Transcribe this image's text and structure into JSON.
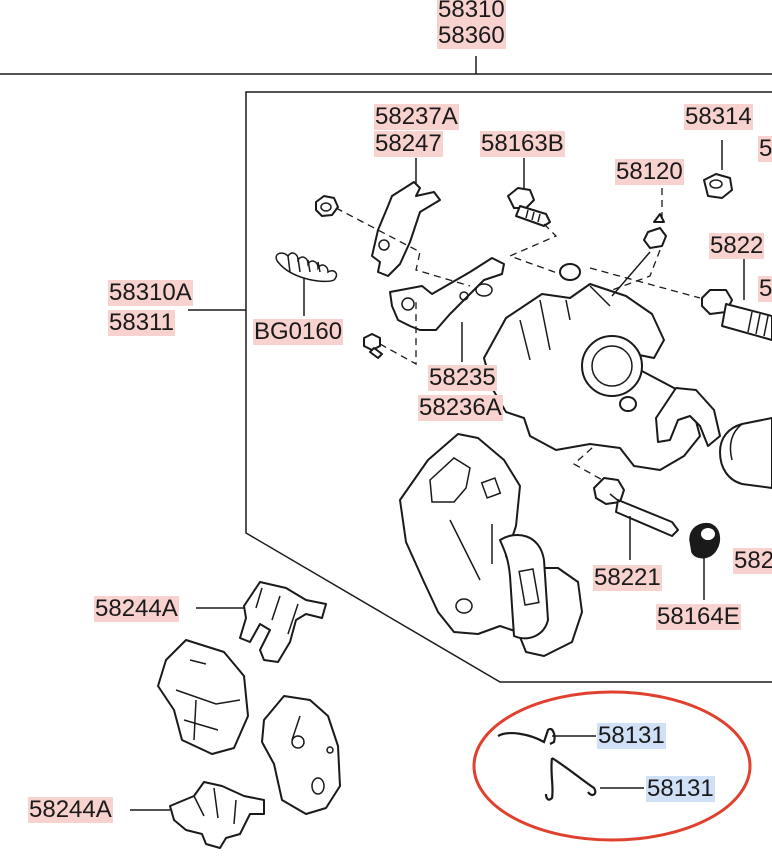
{
  "labels": {
    "top_1": "58310",
    "top_2": "58360",
    "bracket_1": "58237A",
    "bracket_2": "58247",
    "bolt_b": "58163B",
    "cap_1": "58314",
    "cap_2_partial": "5",
    "bleeder": "58120",
    "pin_right_partial": "5822",
    "pin_right_partial_2": "5",
    "assy_1": "58310A",
    "assy_2": "58311",
    "spring": "BG0160",
    "plate_1": "58235",
    "plate_2": "58236A",
    "guide_pin": "58221",
    "piston_partial": "582",
    "boot": "58164E",
    "clip_top": "58244A",
    "clip_bottom": "58244A",
    "spring_wire_1": "58131",
    "spring_wire_2": "58131"
  },
  "colors": {
    "label_highlight_pink": "#f7d2cf",
    "label_highlight_blue": "#cfe0f7",
    "circle_annotation": "#e0412f",
    "line": "#1a1a1a"
  }
}
